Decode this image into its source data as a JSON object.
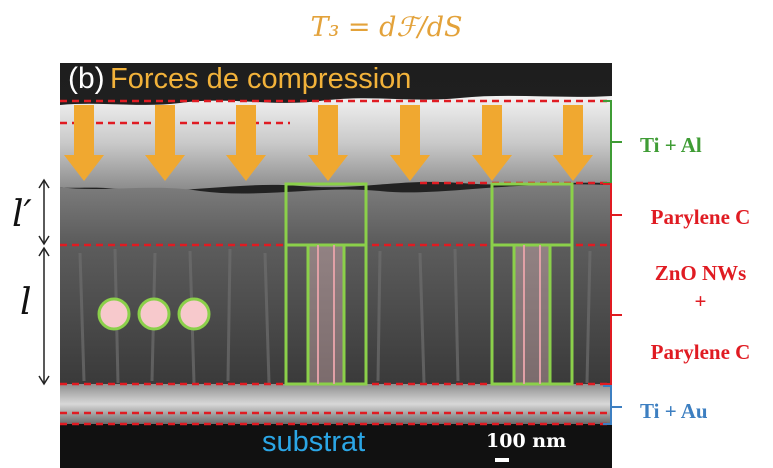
{
  "formula": "T₃ = dℱ/dS",
  "figure": {
    "panel_label": "(b)",
    "title": "Forces de compression",
    "substrate_label": "substrat",
    "scale_bar_label": "100 nm"
  },
  "layers": {
    "ti_al": "Ti + Al",
    "parylene_top": "Parylene C",
    "zno_line1": "ZnO NWs",
    "zno_plus": "+",
    "zno_line2": "Parylene C",
    "ti_au": "Ti + Au"
  },
  "dimensions": {
    "l_prime": "l′",
    "l": "l"
  },
  "colors": {
    "arrow": "#f0a830",
    "formula": "#e3a23a",
    "dashed_line": "#e01b22",
    "green_bracket": "#3f9c35",
    "red_bracket": "#e01b22",
    "blue_bracket": "#3d7fc1",
    "nanowire_box": "#8bd04a",
    "nanowire_fill": "#f7c9cc",
    "substrate_text": "#2ba6e6"
  }
}
